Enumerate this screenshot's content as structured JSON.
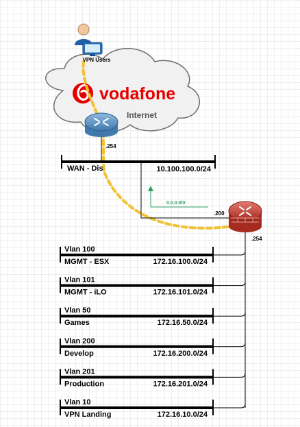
{
  "diagram": {
    "vpn_users_label": "VPN Users",
    "isp_name": "vodafone",
    "internet_label": "Internet",
    "router_interface_label": ".254",
    "firewall_wan_label": ".200",
    "firewall_lan_label": ".254",
    "default_route_label": "0.0.0.0/0",
    "wan": {
      "name": "WAN - Dis",
      "subnet": "10.100.100.0/24"
    },
    "vlans": [
      {
        "id": "Vlan 100",
        "name": "MGMT - ESX",
        "subnet": "172.16.100.0/24"
      },
      {
        "id": "Vlan 101",
        "name": "MGMT - iLO",
        "subnet": "172.16.101.0/24"
      },
      {
        "id": "Vlan 50",
        "name": "Games",
        "subnet": "172.16.50.0/24"
      },
      {
        "id": "Vlan 200",
        "name": "Develop",
        "subnet": "172.16.200.0/24"
      },
      {
        "id": "Vlan 201",
        "name": "Production",
        "subnet": "172.16.201.0/24"
      },
      {
        "id": "Vlan 10",
        "name": "VPN Landing",
        "subnet": "172.16.10.0/24"
      }
    ],
    "icons": {
      "vpn_user": "user-with-monitor-icon",
      "cloud": "cloud-icon",
      "isp_logo": "vodafone-logo-icon",
      "router": "router-icon",
      "firewall": "firewall-icon"
    },
    "colors": {
      "vpn_tunnel": "#f2c12e",
      "default_route": "#2e9e63",
      "router_body": "#5b8fbf",
      "firewall_body": "#c0392b",
      "vodafone_red": "#e60000",
      "cloud_fill": "#f1f1f1"
    }
  }
}
